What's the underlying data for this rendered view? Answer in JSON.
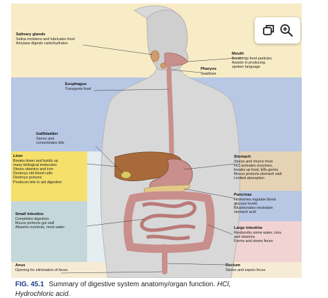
{
  "labels": {
    "salivary": {
      "title": "Salivary glands",
      "lines": [
        "Saliva moistens and lubricates food",
        "Amylase digests carbohydrates"
      ]
    },
    "mouth": {
      "title": "Mouth",
      "lines": [
        "Breaks up food particles",
        "Assists in producing",
        "spoken language"
      ]
    },
    "pharynx": {
      "title": "Pharynx",
      "lines": [
        "Swallows"
      ]
    },
    "esophagus": {
      "title": "Esophagus",
      "lines": [
        "Transports food"
      ]
    },
    "gallbladder": {
      "title": "Gallbladder",
      "lines": [
        "Stores and",
        "concentrates bile"
      ]
    },
    "liver": {
      "title": "Liver",
      "lines": [
        "Breaks down and builds up",
        "many biological molecules",
        "Stores vitamins and iron",
        "Destroys old blood cells",
        "Destroys poisons",
        "Produces bile to aid digestion"
      ]
    },
    "stomach": {
      "title": "Stomach",
      "lines": [
        "Stores and churns food",
        "HCl activates enzymes,",
        "breaks up food, kills germs",
        "Mucus protects stomach wall",
        "Limited absorption"
      ]
    },
    "pancreas": {
      "title": "Pancreas",
      "lines": [
        "Hormones regulate blood",
        "glucose levels",
        "Bicarbonates neutralize",
        "stomach acid"
      ]
    },
    "small_intestine": {
      "title": "Small intestine",
      "lines": [
        "Completes digestion",
        "Mucus protects gut wall",
        "Absorbs nutrients, most water"
      ]
    },
    "large_intestine": {
      "title": "Large intestine",
      "lines": [
        "Reabsorbs some water, ions,",
        "and vitamins",
        "Forms and stores feces"
      ]
    },
    "anus": {
      "title": "Anus",
      "lines": [
        "Opening for elimination of feces"
      ]
    },
    "rectum": {
      "title": "Rectum",
      "lines": [
        "Stores and expels feces"
      ]
    }
  },
  "caption": {
    "fig": "FIG. 45.1",
    "text": "Summary of digestive system anatomy/organ function.",
    "italic": "HCl,",
    "second_line": "Hydrochloric acid."
  },
  "toolbar": {
    "icons": [
      "copy-icon",
      "zoom-in-icon"
    ]
  },
  "colors": {
    "band_yellow": "#f7ecc6",
    "band_blue": "#b7c7e4",
    "band_tan": "#e6d3b5",
    "band_liver": "#f5e06c",
    "band_teal": "#c4d7da",
    "band_pink": "#f0d3d2",
    "band_cream": "#f6ecd6",
    "body": "#d8d8d8",
    "organ": "#c98f8c",
    "liver": "#a86a3a",
    "caption_blue": "#1a3c8a"
  }
}
